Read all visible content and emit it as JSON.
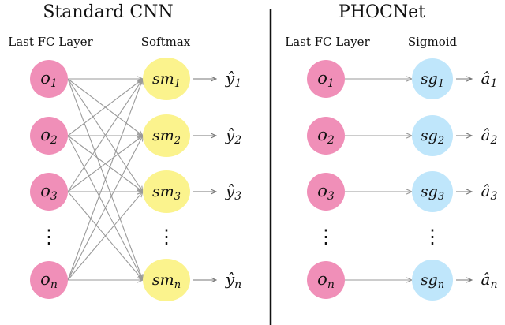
{
  "colors": {
    "input_node": "#f08fb8",
    "softmax_node": "#fbf38d",
    "sigmoid_node": "#bfe6fb",
    "edge": "#9a9a9a",
    "arrow": "#777777",
    "divider": "#111111"
  },
  "left": {
    "title": "Standard CNN",
    "col1_header": "Last FC Layer",
    "col2_header": "Softmax",
    "inputs": [
      {
        "base": "o",
        "sub": "1"
      },
      {
        "base": "o",
        "sub": "2"
      },
      {
        "base": "o",
        "sub": "3"
      },
      {
        "base": "o",
        "sub": "n"
      }
    ],
    "outputs": [
      {
        "base": "sm",
        "sub": "1"
      },
      {
        "base": "sm",
        "sub": "2"
      },
      {
        "base": "sm",
        "sub": "3"
      },
      {
        "base": "sm",
        "sub": "n"
      }
    ],
    "results": [
      {
        "base": "ŷ",
        "sub": "1"
      },
      {
        "base": "ŷ",
        "sub": "2"
      },
      {
        "base": "ŷ",
        "sub": "3"
      },
      {
        "base": "ŷ",
        "sub": "n"
      }
    ],
    "ellipsis": "⋮",
    "connection": "fully-connected"
  },
  "right": {
    "title": "PHOCNet",
    "col1_header": "Last FC Layer",
    "col2_header": "Sigmoid",
    "inputs": [
      {
        "base": "o",
        "sub": "1"
      },
      {
        "base": "o",
        "sub": "2"
      },
      {
        "base": "o",
        "sub": "3"
      },
      {
        "base": "o",
        "sub": "n"
      }
    ],
    "outputs": [
      {
        "base": "sg",
        "sub": "1"
      },
      {
        "base": "sg",
        "sub": "2"
      },
      {
        "base": "sg",
        "sub": "3"
      },
      {
        "base": "sg",
        "sub": "n"
      }
    ],
    "results": [
      {
        "base": "â",
        "sub": "1"
      },
      {
        "base": "â",
        "sub": "2"
      },
      {
        "base": "â",
        "sub": "3"
      },
      {
        "base": "â",
        "sub": "n"
      }
    ],
    "ellipsis": "⋮",
    "connection": "one-to-one"
  }
}
